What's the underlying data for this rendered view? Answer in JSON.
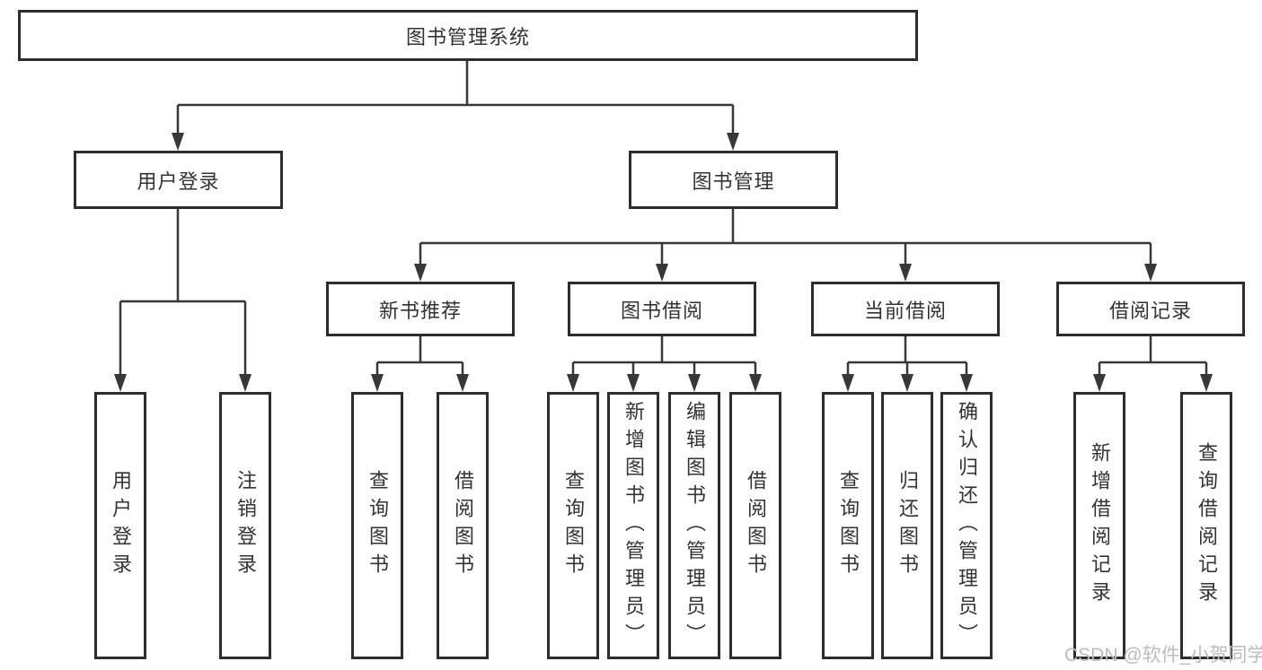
{
  "nodes": {
    "root": "图书管理系统",
    "level2": [
      "用户登录",
      "图书管理"
    ],
    "level3": [
      "新书推荐",
      "图书借阅",
      "当前借阅",
      "借阅记录"
    ],
    "user_login_children": [
      "用户登录",
      "注销登录"
    ],
    "new_book_children": [
      "查询图书",
      "借阅图书"
    ],
    "book_borrow_children": [
      "查询图书",
      "新增图书（管理员）",
      "编辑图书（管理员）",
      "借阅图书"
    ],
    "current_borrow_children": [
      "查询图书",
      "归还图书",
      "确认归还（管理员）"
    ],
    "record_children": [
      "新增借阅记录",
      "查询借阅记录"
    ]
  },
  "watermark": "CSDN @软件_小贺同学",
  "colors": {
    "line": "#383838",
    "box_border": "#2d2d2d",
    "text": "#333333",
    "watermark": "#bcbcbc",
    "background": "#ffffff"
  }
}
